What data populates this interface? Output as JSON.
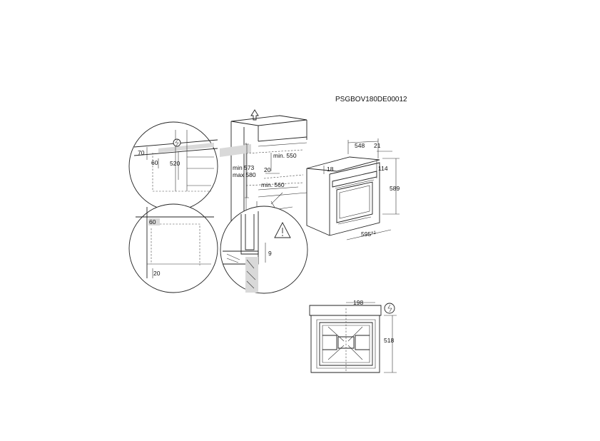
{
  "doc_code": "PSGBOV180DE00012",
  "dimensions": {
    "d70": "70",
    "d60a": "60",
    "d520": "520",
    "min573": "min 573",
    "max580": "max 580",
    "min550": "min. 550",
    "d20a": "20",
    "min560": "min. 560",
    "d548": "548",
    "d21": "21",
    "d18": "18",
    "d114": "114",
    "d589": "589",
    "d595": "595",
    "d595sup": "±1",
    "d60b": "60",
    "d20b": "20",
    "d9": "9",
    "d198": "198",
    "d518": "518"
  },
  "icons": [
    "electrical-connection-icon",
    "warning-triangle-icon",
    "up-arrow-icon"
  ],
  "colors": {
    "line": "#222222",
    "hatch": "#d9d9d9"
  }
}
